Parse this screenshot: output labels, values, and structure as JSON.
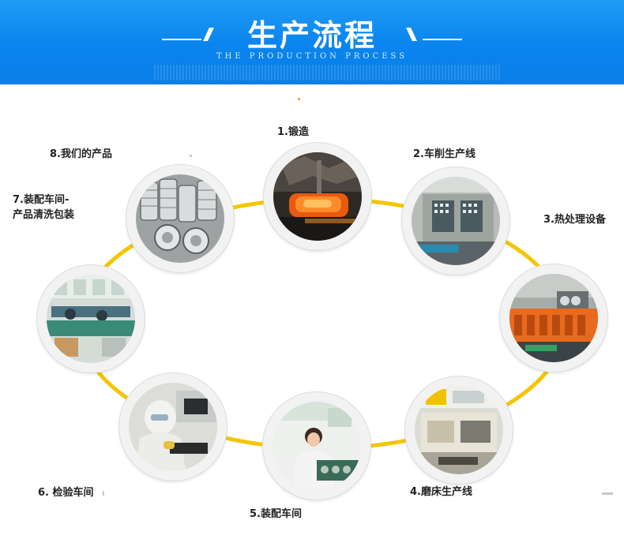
{
  "header": {
    "title": "生产流程",
    "subtitle": "THE PRODUCTION PROCESS"
  },
  "colors": {
    "banner_blue": "#0a84ee",
    "ring_yellow": "#f5c400"
  },
  "steps": [
    {
      "label": "1.锻造",
      "photo": "forging-photo"
    },
    {
      "label": "2.车削生产线",
      "photo": "turning-line-photo"
    },
    {
      "label": "3.热处理设备",
      "photo": "heat-treatment-photo"
    },
    {
      "label": "4.磨床生产线",
      "photo": "grinding-line-photo"
    },
    {
      "label": "5.装配车间",
      "photo": "assembly-workshop-photo"
    },
    {
      "label": "6. 检验车间",
      "photo": "inspection-workshop-photo"
    },
    {
      "label_line1": "7.装配车间-",
      "label_line2": "产品清洗包装",
      "photo": "cleaning-packing-photo"
    },
    {
      "label": "8.我们的产品",
      "photo": "products-photo"
    }
  ]
}
